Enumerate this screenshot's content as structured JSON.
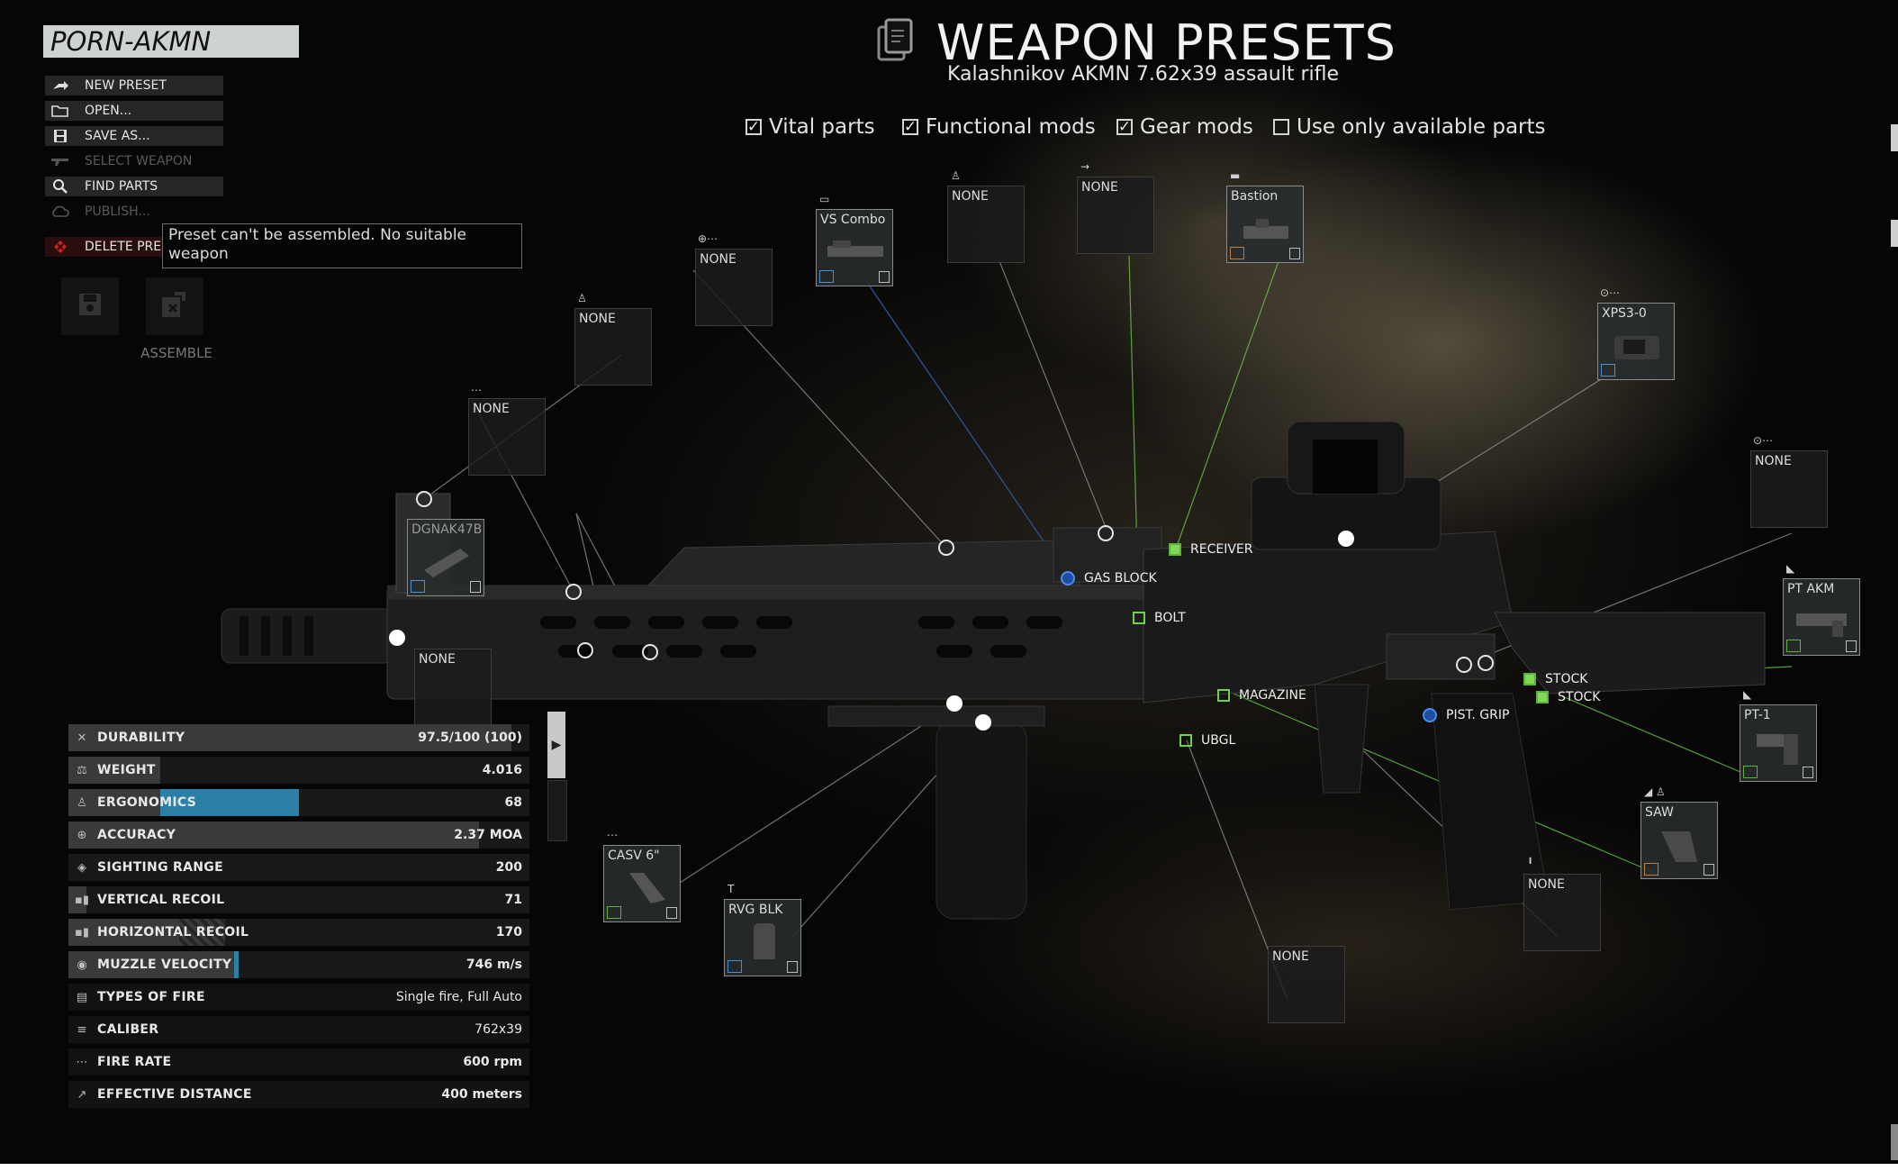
{
  "preset": {
    "name": "PORN-AKMN",
    "menu": [
      {
        "label": "NEW PRESET",
        "icon": "new-preset-icon",
        "enabled": true
      },
      {
        "label": "OPEN...",
        "icon": "folder-icon",
        "enabled": true
      },
      {
        "label": "SAVE AS...",
        "icon": "save-icon",
        "enabled": true
      },
      {
        "label": "SELECT WEAPON",
        "icon": "weapon-icon",
        "enabled": false
      },
      {
        "label": "FIND PARTS",
        "icon": "search-icon",
        "enabled": true
      },
      {
        "label": "PUBLISH...",
        "icon": "cloud-icon",
        "enabled": false
      }
    ],
    "delete_label": "DELETE PRESET",
    "delete_visible": "DELETE PRES",
    "tooltip": "Preset can't be assembled. No suitable weapon",
    "assemble_label": "ASSEMBLE"
  },
  "header": {
    "title": "WEAPON PRESETS",
    "subtitle": "Kalashnikov AKMN 7.62x39 assault rifle"
  },
  "filters": [
    {
      "label": "Vital parts",
      "checked": true
    },
    {
      "label": "Functional mods",
      "checked": true
    },
    {
      "label": "Gear mods",
      "checked": true
    },
    {
      "label": "Use only available parts",
      "checked": false
    }
  ],
  "slots": {
    "vs_combo": "VS Combo",
    "bastion": "Bastion",
    "xps3": "XPS3-0",
    "dgnak": "DGNAK47B",
    "pt_akm": "PT AKM",
    "pt1": "PT-1",
    "saw": "SAW",
    "casv": "CASV 6\"",
    "rvg": "RVG BLK",
    "none": "NONE"
  },
  "attachments": {
    "receiver": "RECEIVER",
    "gas_block": "GAS BLOCK",
    "bolt": "BOLT",
    "magazine": "MAGAZINE",
    "stock1": "STOCK",
    "stock2": "STOCK",
    "pist_grip": "PIST. GRIP",
    "ubgl": "UBGL"
  },
  "stats": [
    {
      "label": "DURABILITY",
      "value": "97.5/100 (100)",
      "fill": 0.975,
      "style": "grey"
    },
    {
      "label": "WEIGHT",
      "value": "4.016",
      "fill": 0.2,
      "style": "grey"
    },
    {
      "label": "ERGONOMICS",
      "value": "68",
      "fill": 0.5,
      "style": "blue"
    },
    {
      "label": "ACCURACY",
      "value": "2.37 MOA",
      "fill": 0.89,
      "style": "grey"
    },
    {
      "label": "SIGHTING RANGE",
      "value": "200",
      "fill": 0.0,
      "style": "grey"
    },
    {
      "label": "VERTICAL RECOIL",
      "value": "71",
      "fill": 0.02,
      "style": "grey"
    },
    {
      "label": "HORIZONTAL RECOIL",
      "value": "170",
      "fill": 0.33,
      "style": "hatch"
    },
    {
      "label": "MUZZLE VELOCITY",
      "value": "746 m/s",
      "fill": 0.36,
      "style": "grey"
    },
    {
      "label": "TYPES OF FIRE",
      "value": "Single fire, Full Auto"
    },
    {
      "label": "CALIBER",
      "value": "762x39"
    },
    {
      "label": "FIRE RATE",
      "value": "600 rpm"
    },
    {
      "label": "EFFECTIVE DISTANCE",
      "value": "400 meters"
    }
  ],
  "colors": {
    "accent_blue": "#2c7fa6",
    "slot_green": "#7ed957",
    "slot_blue": "#4b8de6"
  }
}
